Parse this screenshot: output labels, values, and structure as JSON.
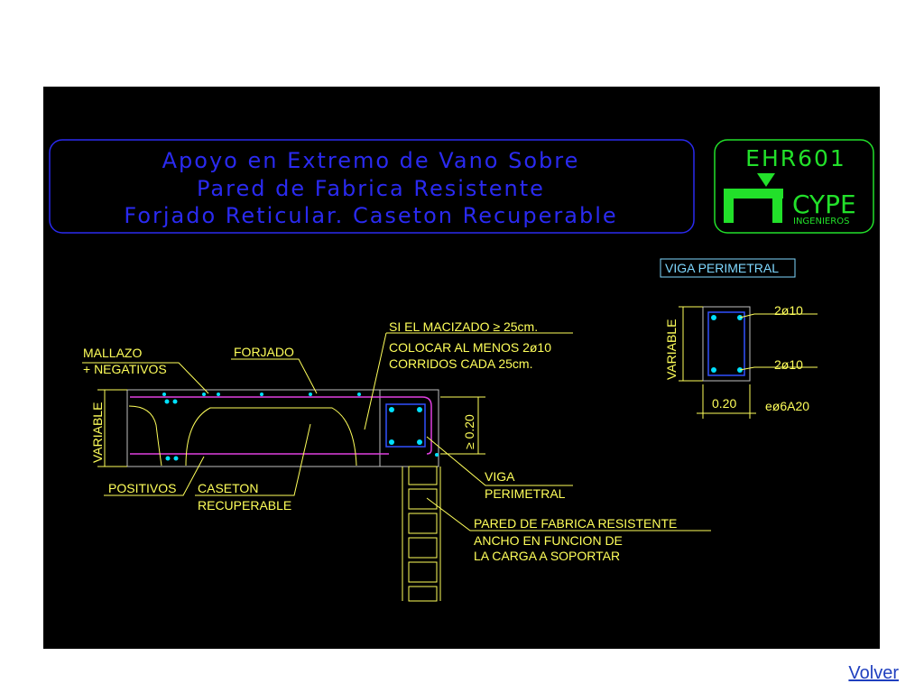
{
  "title": {
    "line1": "Apoyo en Extremo de Vano Sobre",
    "line2": "Pared de Fabrica Resistente",
    "line3": "Forjado Reticular. Caseton Recuperable"
  },
  "logo": {
    "code": "EHR601",
    "brand": "CYPE",
    "subtitle": "INGENIEROS"
  },
  "section": {
    "title": "VIGA PERIMETRAL",
    "top_bars": "2ø10",
    "bottom_bars": "2ø10",
    "height_label": "VARIABLE",
    "width_label": "0.20",
    "stirrups": "eø6A20"
  },
  "detail": {
    "mallazo_line1": "MALLAZO",
    "mallazo_line2": "+ NEGATIVOS",
    "forjado": "FORJADO",
    "note_line1": "SI EL MACIZADO ≥ 25cm.",
    "note_line2": "COLOCAR AL MENOS 2ø10",
    "note_line3": "CORRIDOS CADA 25cm.",
    "variable": "VARIABLE",
    "min_dim": "≥ 0.20",
    "positivos": "POSITIVOS",
    "caseton_line1": "CASETON",
    "caseton_line2": "RECUPERABLE",
    "viga_line1": "VIGA",
    "viga_line2": "PERIMETRAL",
    "pared_line1": "PARED DE FABRICA RESISTENTE",
    "pared_line2": "ANCHO EN FUNCION DE",
    "pared_line3": "LA CARGA A SOPORTAR"
  },
  "nav": {
    "back_label": "Volver"
  },
  "colors": {
    "background": "#000000",
    "title_blue": "#2a2af0",
    "logo_green": "#22e02a",
    "annotation_yellow": "#ffff5a",
    "rebar_cyan": "#00e0ff",
    "outline_cyan": "#7fd8ff",
    "magenta": "#e040e0"
  }
}
